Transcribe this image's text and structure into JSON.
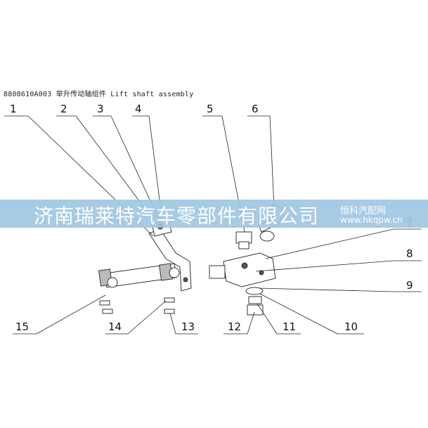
{
  "title": "8808610A003 举升传动轴组件 Lift shaft assembly",
  "watermark": {
    "company": "济南瑞莱特汽车零部件有限公司",
    "site_name": "恒科汽配网",
    "site_url": "www.hkqpw.cn"
  },
  "callouts": [
    "1",
    "2",
    "3",
    "4",
    "5",
    "6",
    "7",
    "8",
    "9",
    "10",
    "11",
    "12",
    "13",
    "14",
    "15"
  ],
  "colors": {
    "banner": "#9fc6e3",
    "line": "#222222"
  }
}
